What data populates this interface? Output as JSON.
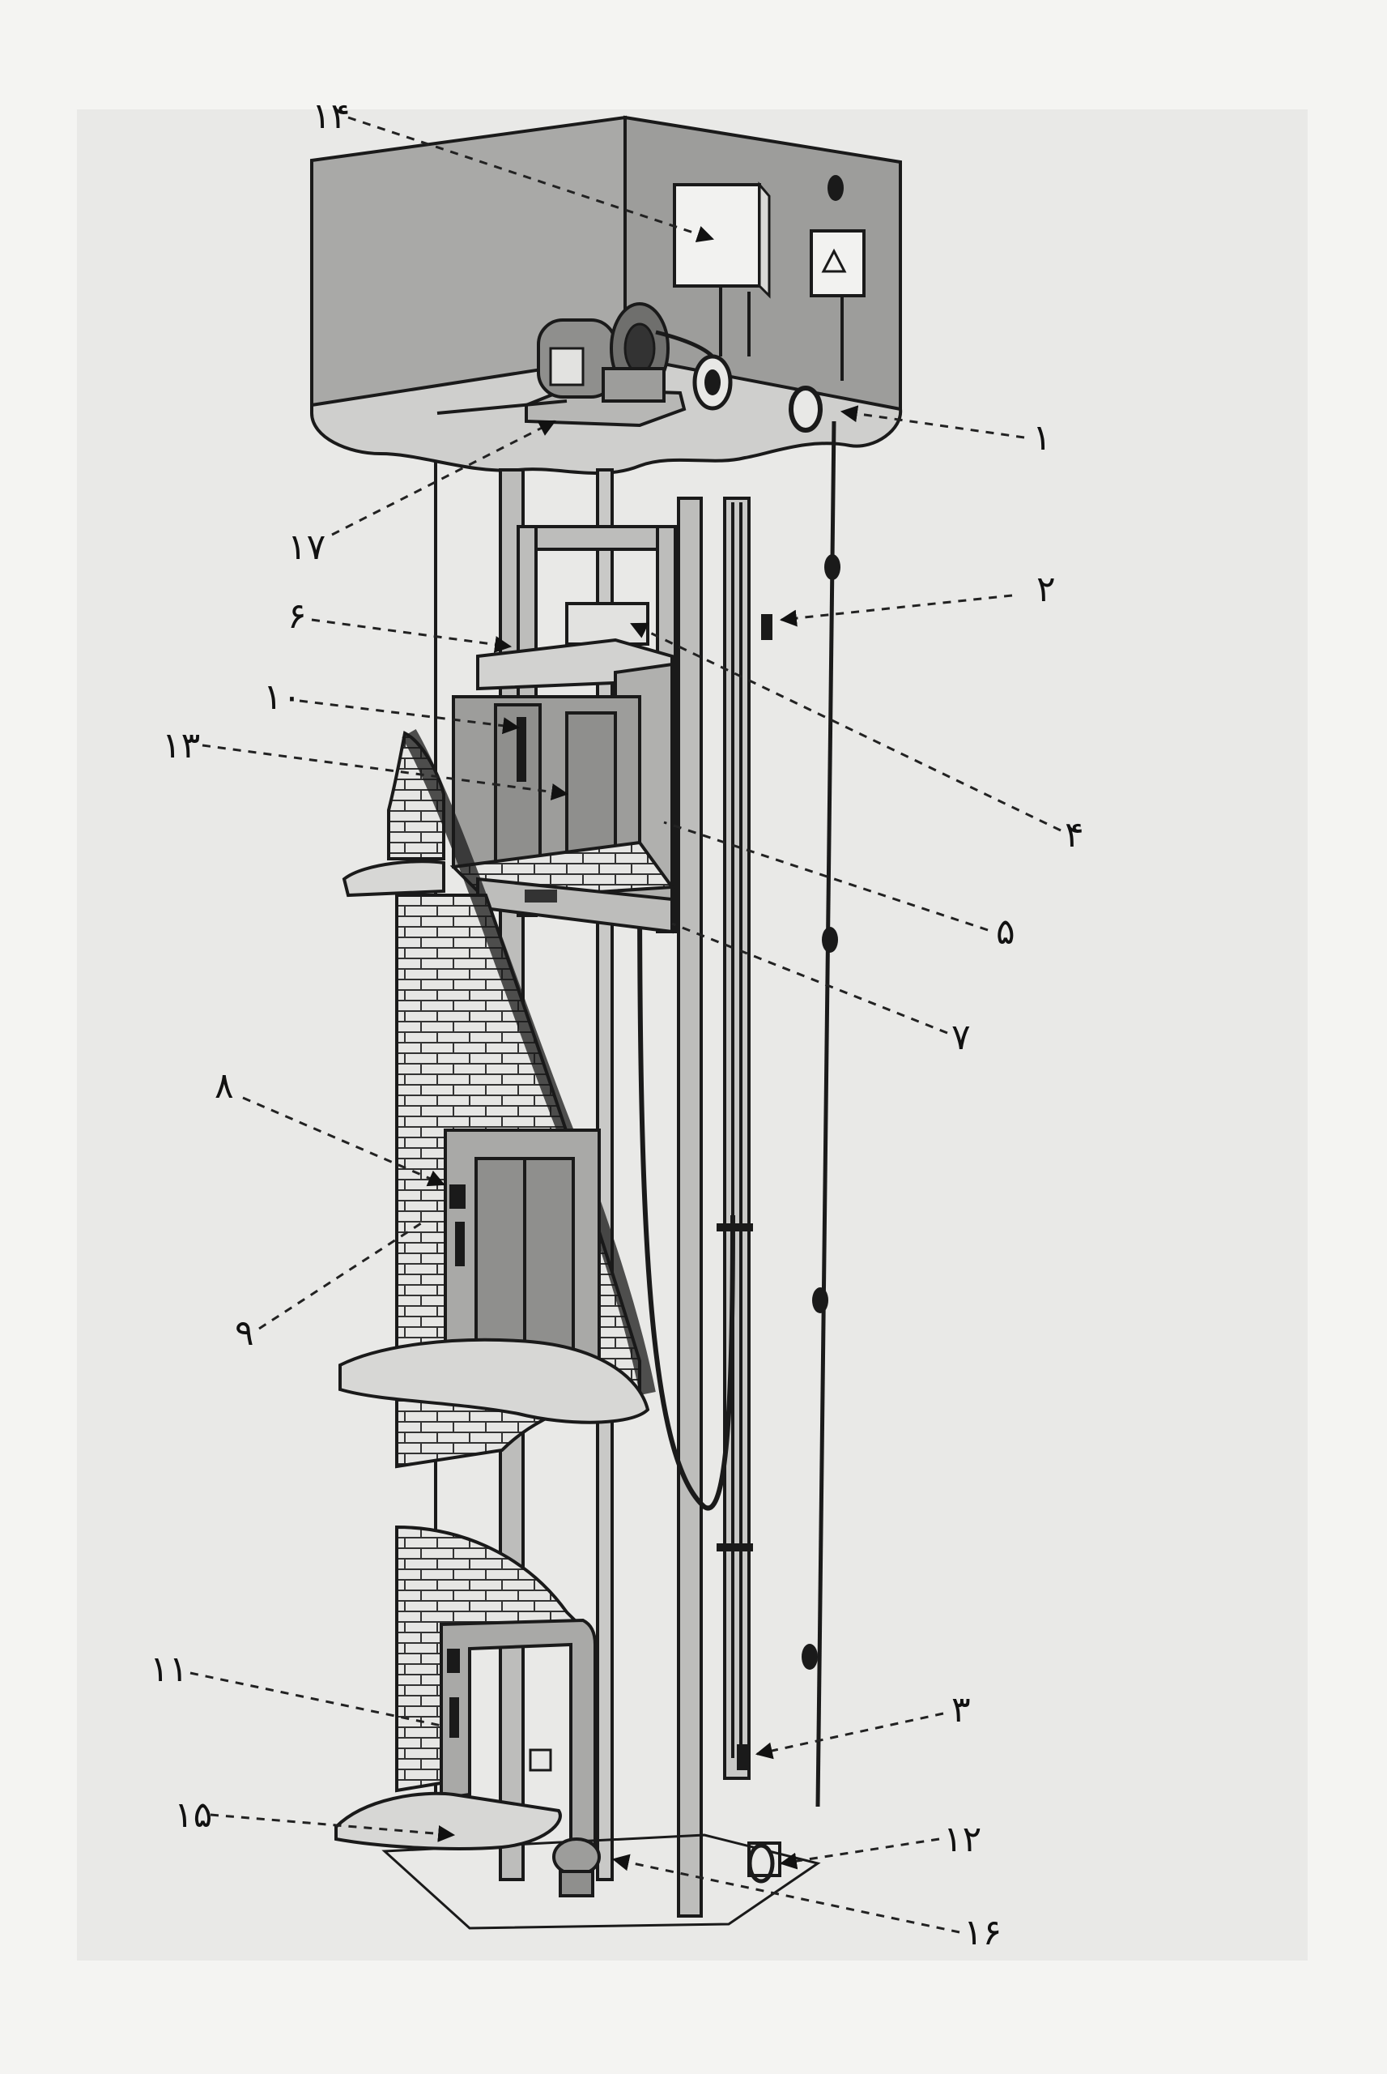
{
  "colors": {
    "paper": "#f4f4f2",
    "page": "#e9e9e7",
    "wall": "#a9a9a7",
    "wall_light": "#c9c9c7",
    "ink": "#1a1a1a"
  },
  "labels": {
    "l1": "۱",
    "l2": "۲",
    "l3": "۳",
    "l4": "۴",
    "l5": "۵",
    "l6": "۶",
    "l7": "۷",
    "l8": "۸",
    "l9": "۹",
    "l10": "۱۰",
    "l11": "۱۱",
    "l12": "۱۲",
    "l13": "۱۳",
    "l14": "۱۴",
    "l15": "۱۵",
    "l16": "۱۶",
    "l17": "۱۷"
  }
}
